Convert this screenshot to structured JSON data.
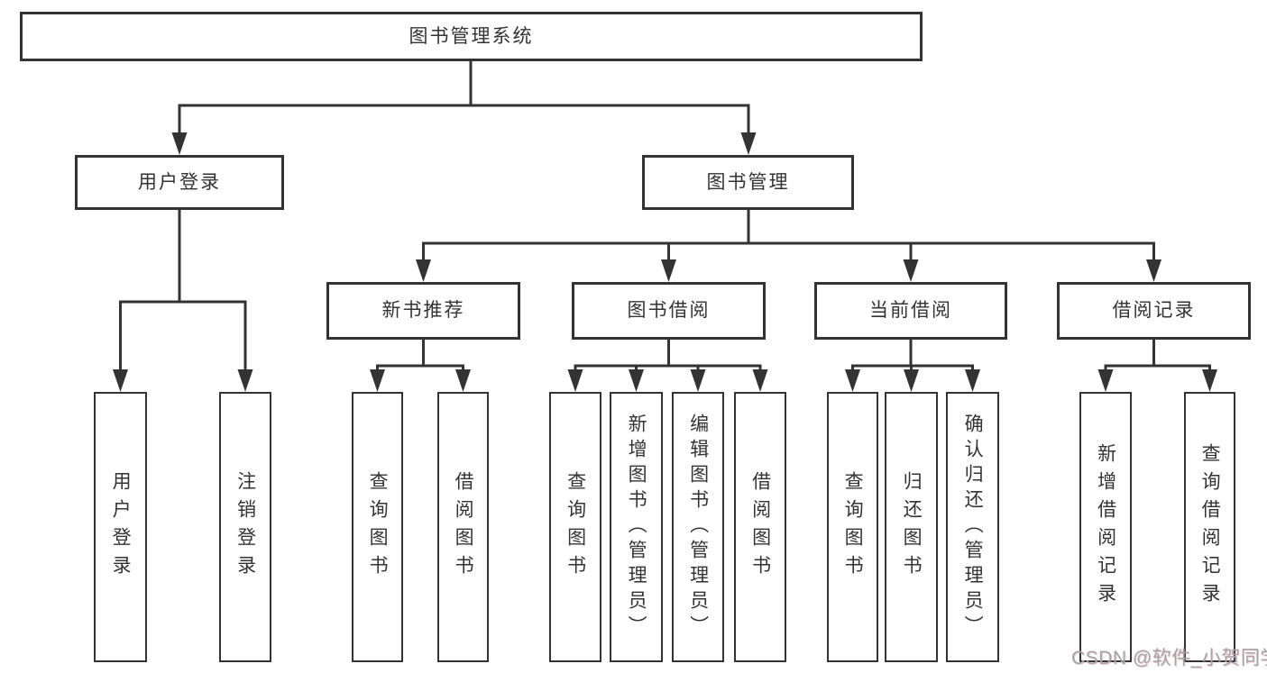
{
  "colors": {
    "line": "#333333",
    "text": "#333333",
    "background": "#ffffff",
    "watermark": "#a4a4aa"
  },
  "title": "图书管理系统",
  "user_branch": {
    "label": "用户登录",
    "children": [
      "用户登录",
      "注销登录"
    ]
  },
  "book_branch": {
    "label": "图书管理",
    "sections": [
      {
        "label": "新书推荐",
        "children": [
          "查询图书",
          "借阅图书"
        ]
      },
      {
        "label": "图书借阅",
        "children": [
          "查询图书",
          "新增图书（管理员）",
          "编辑图书（管理员）",
          "借阅图书"
        ]
      },
      {
        "label": "当前借阅",
        "children": [
          "查询图书",
          "归还图书",
          "确认归还（管理员）"
        ]
      },
      {
        "label": "借阅记录",
        "children": [
          "新增借阅记录",
          "查询借阅记录"
        ]
      }
    ]
  },
  "watermark": "CSDN @软件_小贺同学"
}
